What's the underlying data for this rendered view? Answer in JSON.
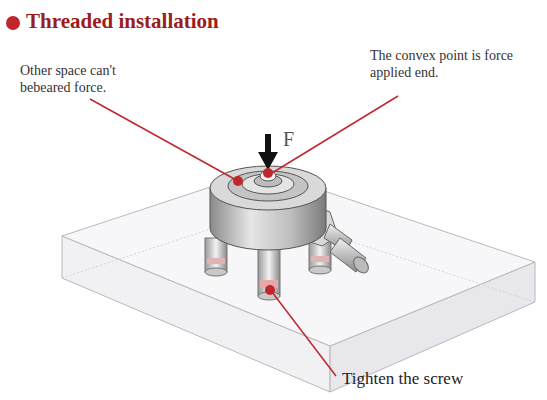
{
  "diagram": {
    "title": "Threaded installation",
    "labels": [
      "Other space can't bebeared force.",
      "The convex point is force applied end.",
      "F",
      "Tighten the screw"
    ]
  }
}
